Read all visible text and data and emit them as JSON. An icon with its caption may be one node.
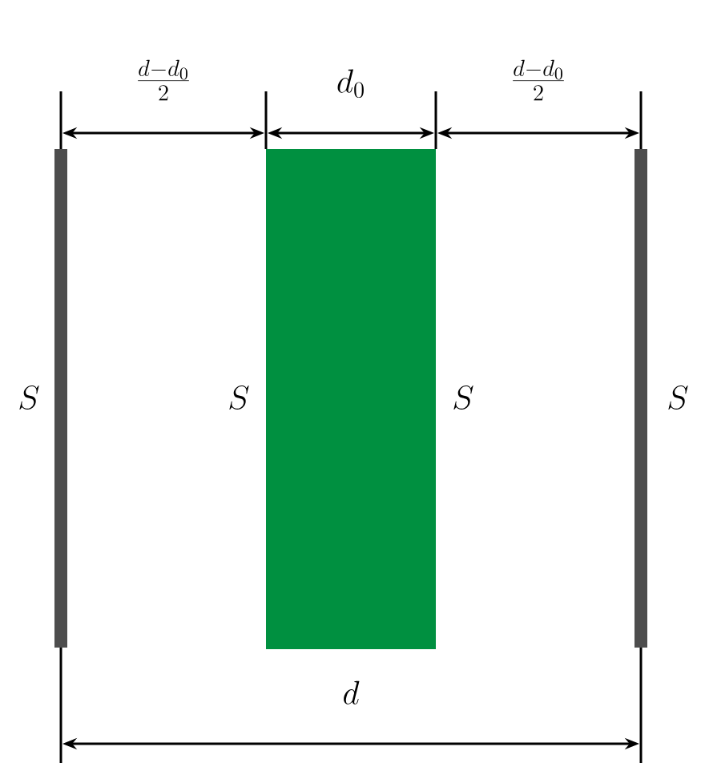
{
  "diagram": {
    "labels": [
      "\\frac{d-d_0}{2}",
      "d_0",
      "\\frac{d-d_0}{2}",
      "S",
      "S",
      "S",
      "S",
      "d"
    ]
  }
}
